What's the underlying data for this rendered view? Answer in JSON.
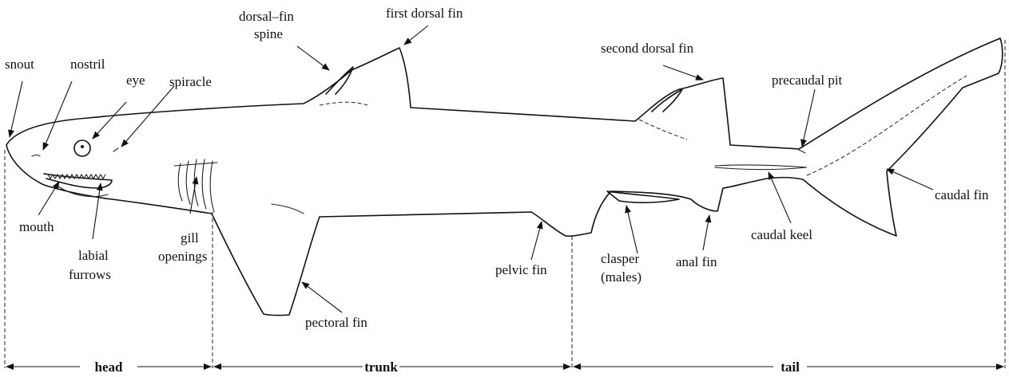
{
  "labels": {
    "snout": "snout",
    "nostril": "nostril",
    "eye": "eye",
    "spiracle": "spiracle",
    "dorsal_fin_spine_1": "dorsal–fin",
    "dorsal_fin_spine_2": "spine",
    "first_dorsal_fin": "first dorsal fin",
    "second_dorsal_fin": "second dorsal fin",
    "precaudal_pit": "precaudal pit",
    "caudal_fin": "caudal fin",
    "caudal_keel": "caudal keel",
    "anal_fin": "anal fin",
    "clasper_1": "clasper",
    "clasper_2": "(males)",
    "pelvic_fin": "pelvic fin",
    "pectoral_fin": "pectoral fin",
    "gill_openings_1": "gill",
    "gill_openings_2": "openings",
    "labial_furrows_1": "labial",
    "labial_furrows_2": "furrows",
    "mouth": "mouth"
  },
  "segments": {
    "head": "head",
    "trunk": "trunk",
    "tail": "tail"
  }
}
